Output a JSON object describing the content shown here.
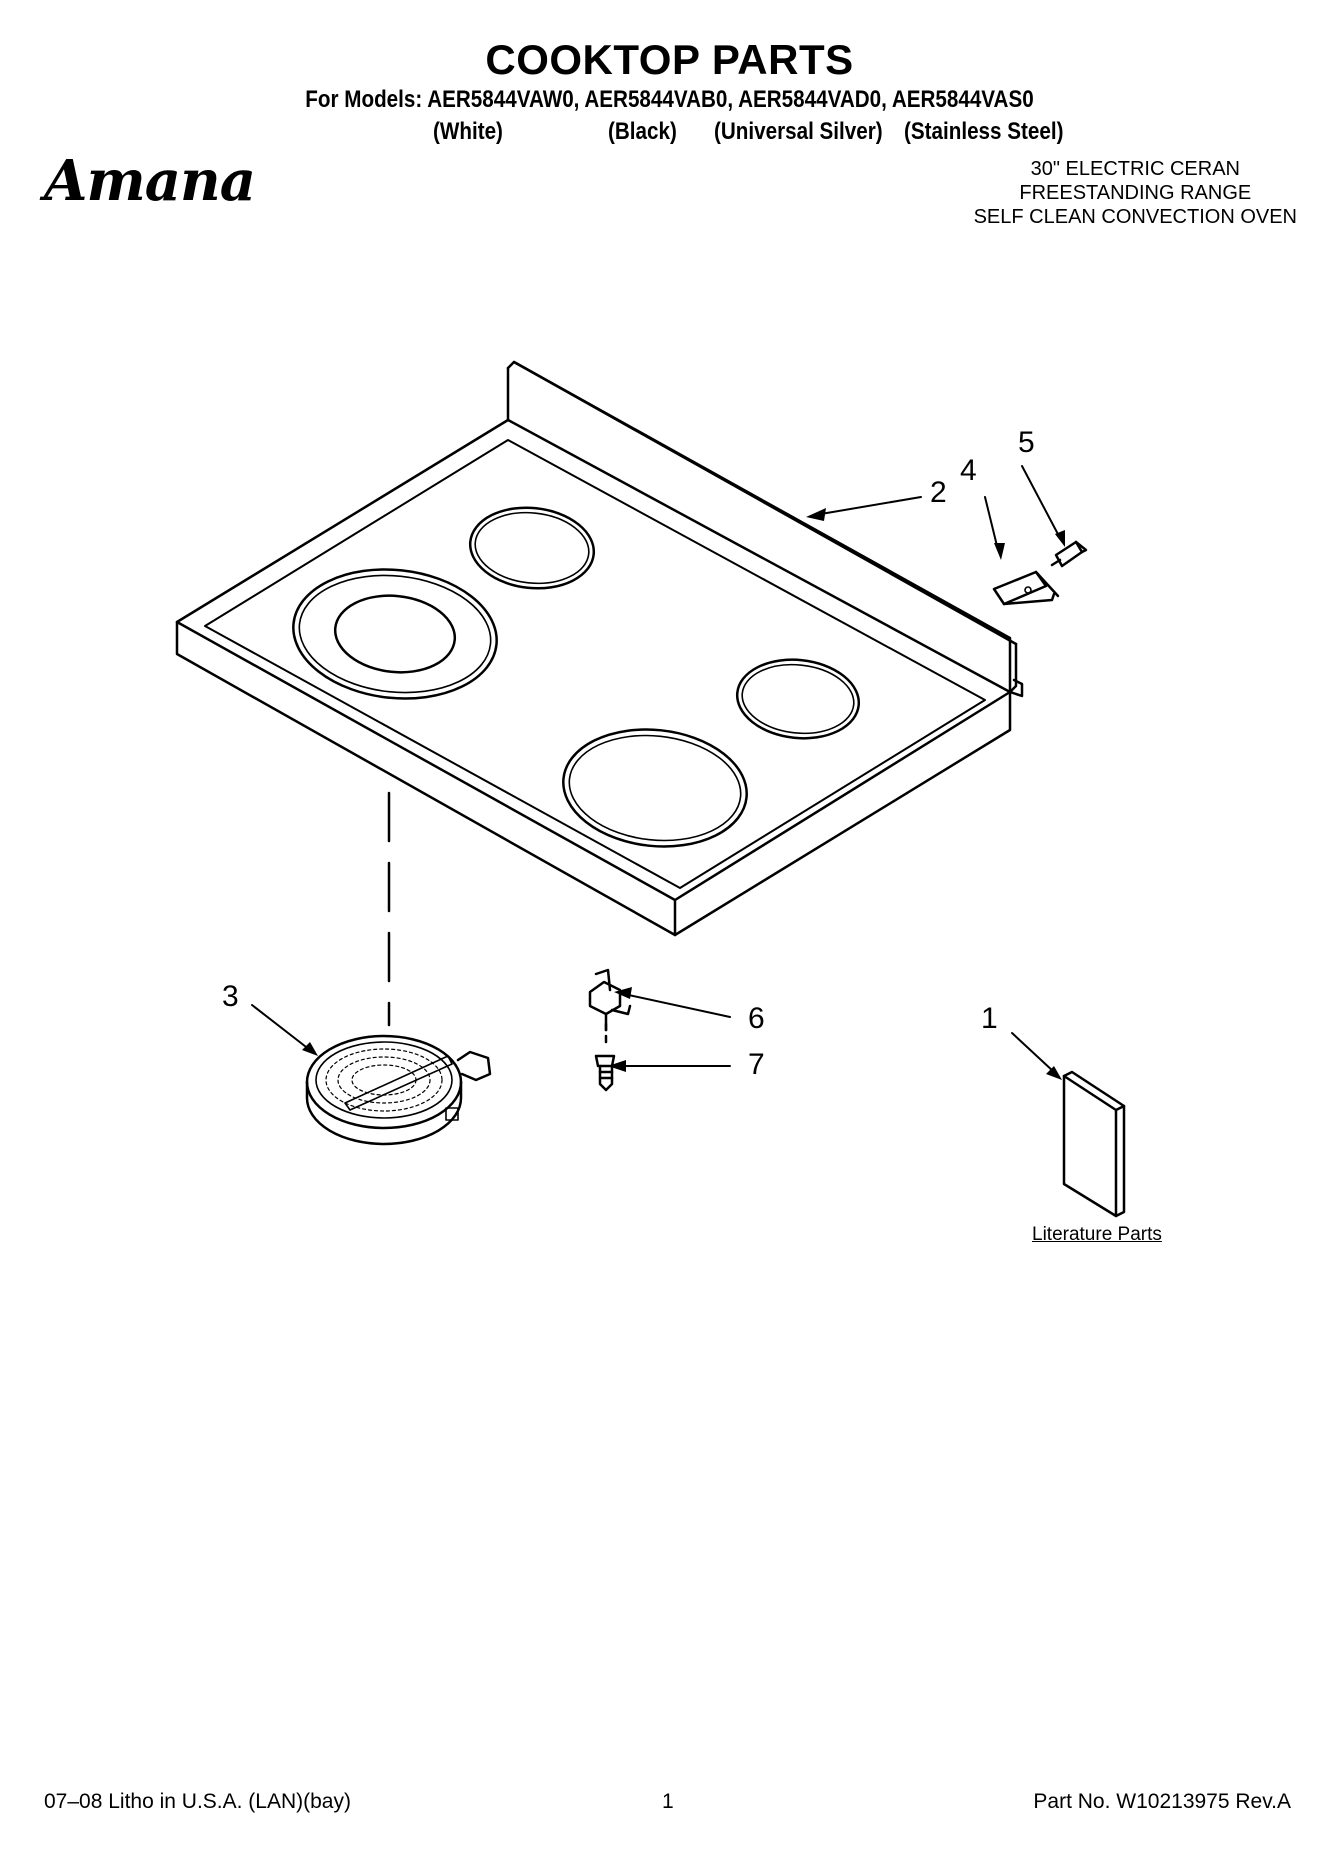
{
  "header": {
    "title": "COOKTOP PARTS",
    "models_line": "For Models: AER5844VAW0, AER5844VAB0, AER5844VAD0, AER5844VAS0",
    "colors": [
      "(White)",
      "(Black)",
      "(Universal Silver)",
      "(Stainless Steel)"
    ],
    "brand": "Amana",
    "description": [
      "30\" ELECTRIC CERAN",
      "FREESTANDING RANGE",
      "SELF CLEAN CONVECTION OVEN"
    ]
  },
  "callouts": [
    "1",
    "2",
    "3",
    "4",
    "5",
    "6",
    "7"
  ],
  "literature_label": "Literature Parts",
  "footer": {
    "left": "07–08 Litho in U.S.A. (LAN)(bay)",
    "page": "1",
    "right": "Part No. W10213975 Rev.A"
  }
}
